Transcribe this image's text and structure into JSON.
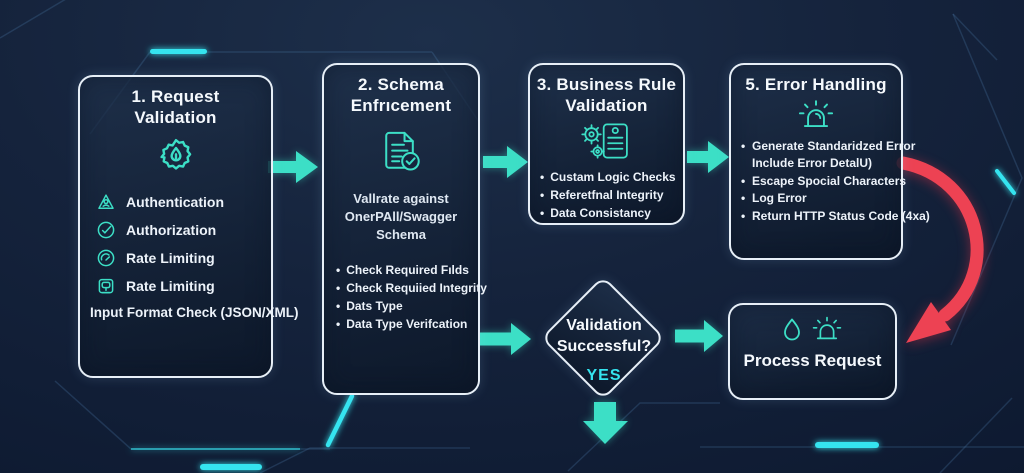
{
  "colors": {
    "teal": "#3CDFC6",
    "cyan_glow": "#35E4EF",
    "red": "#ED4253",
    "panel_border": "#E7EFF7",
    "background": "#15233C",
    "text": "#EDF3FA"
  },
  "box1": {
    "title": "1. Request Validation",
    "header_icon": "seal-badge-icon",
    "items": [
      {
        "icon": "warning-triangle-icon",
        "label": "Authentication"
      },
      {
        "icon": "check-circle-icon",
        "label": "Authorization"
      },
      {
        "icon": "gauge-icon",
        "label": "Rate Limiting"
      },
      {
        "icon": "card-reader-icon",
        "label": "Rate Limiting"
      }
    ],
    "footnote": "Input Format Check (JSON/XML)"
  },
  "box2": {
    "title": "2. Schema Enfrıcement",
    "header_icon": "document-check-icon",
    "caption": "Vallrate against OnerPAll/Swagger Schema",
    "bullets": [
      "Check Required Fılds",
      "Check Requiied Integrity",
      "Dats Type",
      "Data Type Verifcation"
    ]
  },
  "box3": {
    "title": "3. Business Rule Validation",
    "header_icon": "gears-document-icon",
    "bullets": [
      "Custam Logic Checks",
      "Referetfnal Integrity",
      "Data Consistancy"
    ]
  },
  "box5": {
    "title": "5. Error Handling",
    "header_icon": "siren-icon",
    "bullets": [
      {
        "text": "Generate Standaridzed Error",
        "cont": "Include Error DetalU)"
      },
      {
        "text": "Escape Spocial Characters",
        "cont": ""
      },
      {
        "text": "Log Error",
        "cont": ""
      },
      {
        "text": "Return HTTP Status Code (4xa)",
        "cont": ""
      }
    ]
  },
  "decision": {
    "question": "Validation Successful?",
    "answer": "YES"
  },
  "process": {
    "label": "Process Request",
    "icons": [
      "droplet-icon",
      "siren-icon"
    ]
  }
}
